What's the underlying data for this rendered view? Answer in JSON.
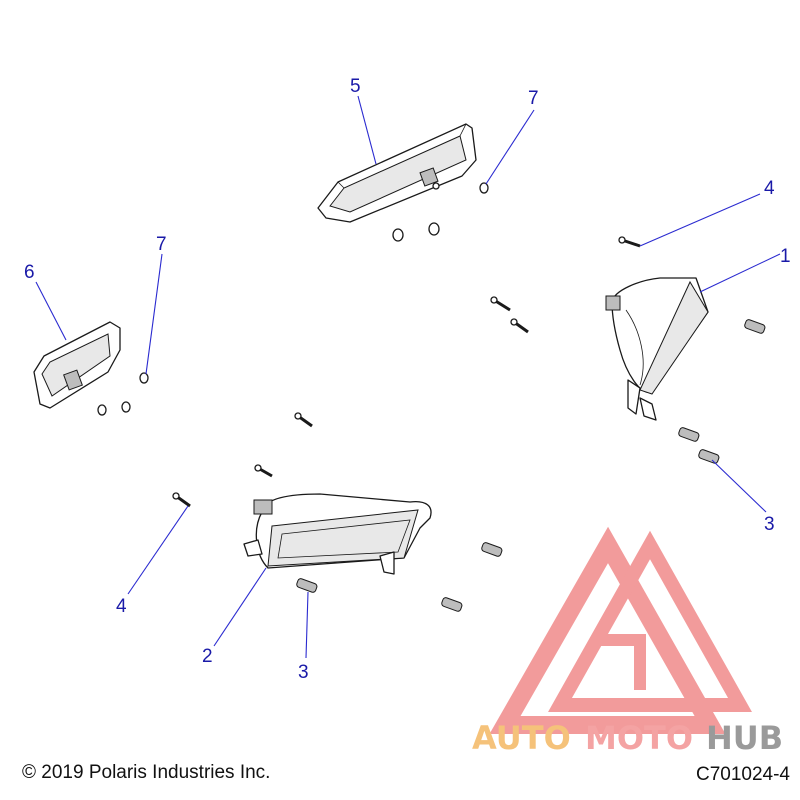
{
  "callouts": [
    {
      "id": "c1",
      "label": "1"
    },
    {
      "id": "c2",
      "label": "2"
    },
    {
      "id": "c3a",
      "label": "3"
    },
    {
      "id": "c3b",
      "label": "3"
    },
    {
      "id": "c4a",
      "label": "4"
    },
    {
      "id": "c4b",
      "label": "4"
    },
    {
      "id": "c5",
      "label": "5"
    },
    {
      "id": "c6",
      "label": "6"
    },
    {
      "id": "c7a",
      "label": "7"
    },
    {
      "id": "c7b",
      "label": "7"
    }
  ],
  "watermark": {
    "part1": "AUTO",
    "part2": "MOTO",
    "part3": "HUB",
    "color_part1": "#f5c27a",
    "color_part2": "#f4a3a3",
    "color_part3": "#9a9a9a",
    "logo_color": "#f08a8a"
  },
  "footer": {
    "copyright": "© 2019 Polaris Industries Inc.",
    "drawing_code": "C701024-4"
  },
  "colors": {
    "callout": "#1a1aa8",
    "leader": "#2b2bd0"
  }
}
